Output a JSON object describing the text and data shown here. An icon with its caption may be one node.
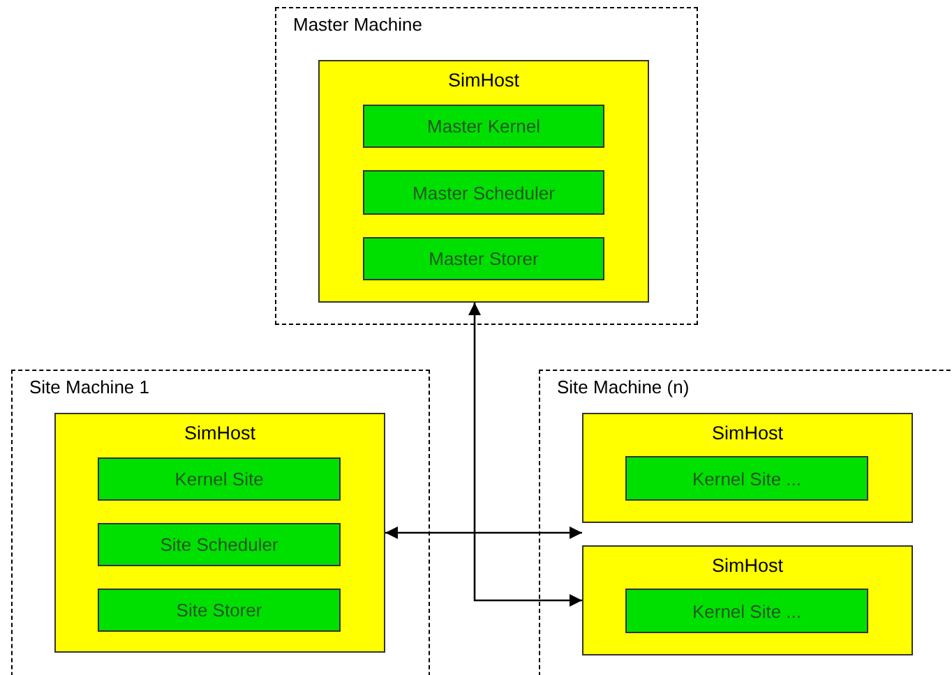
{
  "diagram": {
    "nodes": [
      {
        "text": [
          "Master Machine"
        ]
      },
      {
        "text": [
          "SimHost"
        ],
        "in": 0
      },
      {
        "text": [
          "Master Kernel"
        ],
        "in": 1
      },
      {
        "text": [
          "Master Scheduler"
        ],
        "in": 1
      },
      {
        "text": [
          "Master Storer"
        ],
        "in": 1
      },
      {
        "text": [
          "Site Machine 1"
        ]
      },
      {
        "text": [
          "SimHost"
        ],
        "in": 5
      },
      {
        "text": [
          "Kernel Site"
        ],
        "in": 6
      },
      {
        "text": [
          "Site Scheduler"
        ],
        "in": 6
      },
      {
        "text": [
          "Site Storer"
        ],
        "in": 6
      },
      {
        "text": [
          "Site Machine (n)"
        ]
      },
      {
        "text": [
          "SimHost"
        ],
        "in": 10
      },
      {
        "text": [
          "Kernel Site ..."
        ],
        "in": 11
      },
      {
        "text": [
          "SimHost"
        ],
        "in": 10
      },
      {
        "text": [
          "Kernel Site ..."
        ],
        "in": 13
      }
    ],
    "edges": [
      {
        "from": 6,
        "to": 11,
        "arrow": "both"
      },
      {
        "from": 1,
        "to": 13,
        "arrow": "both"
      }
    ]
  }
}
